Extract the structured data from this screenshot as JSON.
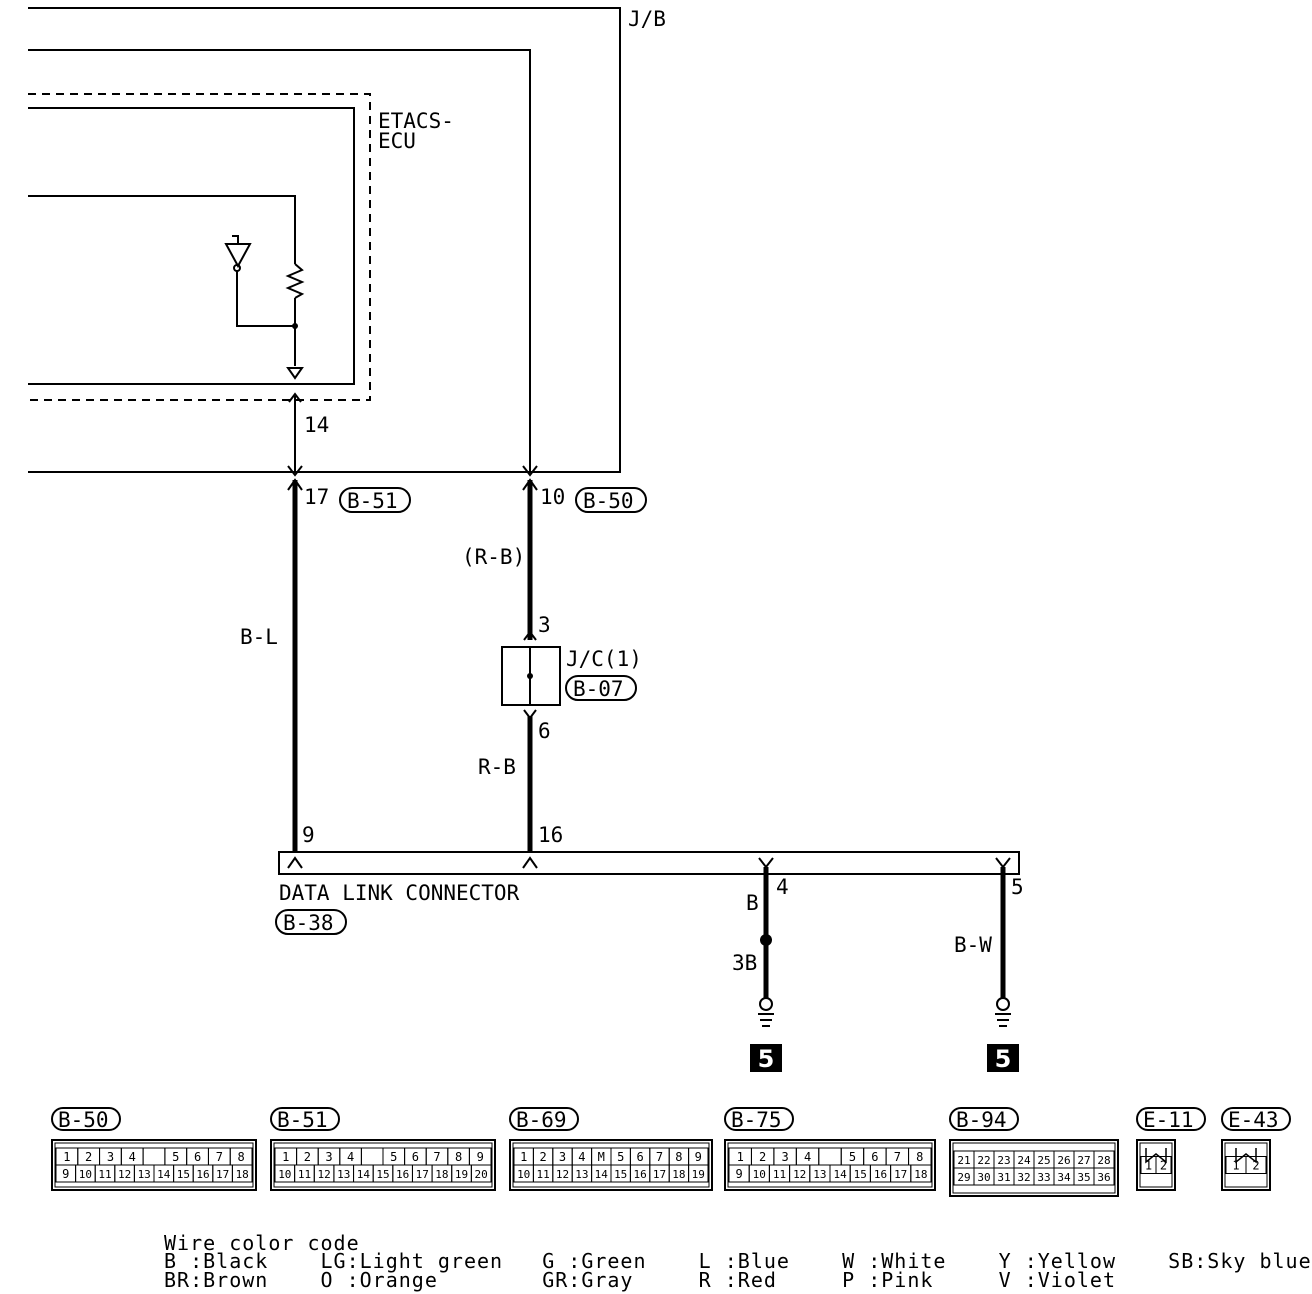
{
  "labels": {
    "jb": "J/B",
    "etacs_line1": "ETACS-",
    "etacs_line2": "ECU",
    "pin14": "14",
    "pin17": "17",
    "pin10": "10",
    "conn_b51": "B-51",
    "conn_b50": "B-50",
    "wire_rb_paren": "(R-B)",
    "wire_bl": "B-L",
    "pin3": "3",
    "jc_name": "J/C(1)",
    "jc_conn": "B-07",
    "pin6": "6",
    "wire_rb": "R-B",
    "pin9": "9",
    "pin16": "16",
    "dlc_name": "DATA LINK CONNECTOR",
    "dlc_conn": "B-38",
    "pin4": "4",
    "pin5": "5",
    "wire_b": "B",
    "wire_3b": "3B",
    "wire_bw": "B-W",
    "ground_5a": "5",
    "ground_5b": "5"
  },
  "connectors": [
    {
      "id": "B-50",
      "top": [
        "1",
        "2",
        "3",
        "4",
        "",
        "5",
        "6",
        "7",
        "8"
      ],
      "bottom": [
        "9",
        "10",
        "11",
        "12",
        "13",
        "14",
        "15",
        "16",
        "17",
        "18"
      ]
    },
    {
      "id": "B-51",
      "top": [
        "1",
        "2",
        "3",
        "4",
        "",
        "5",
        "6",
        "7",
        "8",
        "9"
      ],
      "bottom": [
        "10",
        "11",
        "12",
        "13",
        "14",
        "15",
        "16",
        "17",
        "18",
        "19",
        "20"
      ]
    },
    {
      "id": "B-69",
      "top": [
        "1",
        "2",
        "3",
        "4",
        "M",
        "5",
        "6",
        "7",
        "8",
        "9"
      ],
      "bottom": [
        "10",
        "11",
        "12",
        "13",
        "14",
        "15",
        "16",
        "17",
        "18",
        "19"
      ]
    },
    {
      "id": "B-75",
      "top": [
        "1",
        "2",
        "3",
        "4",
        "",
        "5",
        "6",
        "7",
        "8"
      ],
      "bottom": [
        "9",
        "10",
        "11",
        "12",
        "13",
        "14",
        "15",
        "16",
        "17",
        "18"
      ]
    },
    {
      "id": "B-94",
      "top": [
        "21",
        "22",
        "23",
        "24",
        "25",
        "26",
        "27",
        "28"
      ],
      "bottom": [
        "29",
        "30",
        "31",
        "32",
        "33",
        "34",
        "35",
        "36"
      ]
    },
    {
      "id": "E-11",
      "top": [],
      "bottom": [
        "1",
        "2"
      ]
    },
    {
      "id": "E-43",
      "top": [],
      "bottom": [
        "1",
        "2"
      ]
    }
  ],
  "legend": {
    "title": "Wire color code",
    "line1": "B :Black    LG:Light green   G :Green    L :Blue    W :White    Y :Yellow    SB:Sky blue",
    "line2": "BR:Brown    O :Orange        GR:Gray     R :Red     P :Pink     V :Violet"
  }
}
